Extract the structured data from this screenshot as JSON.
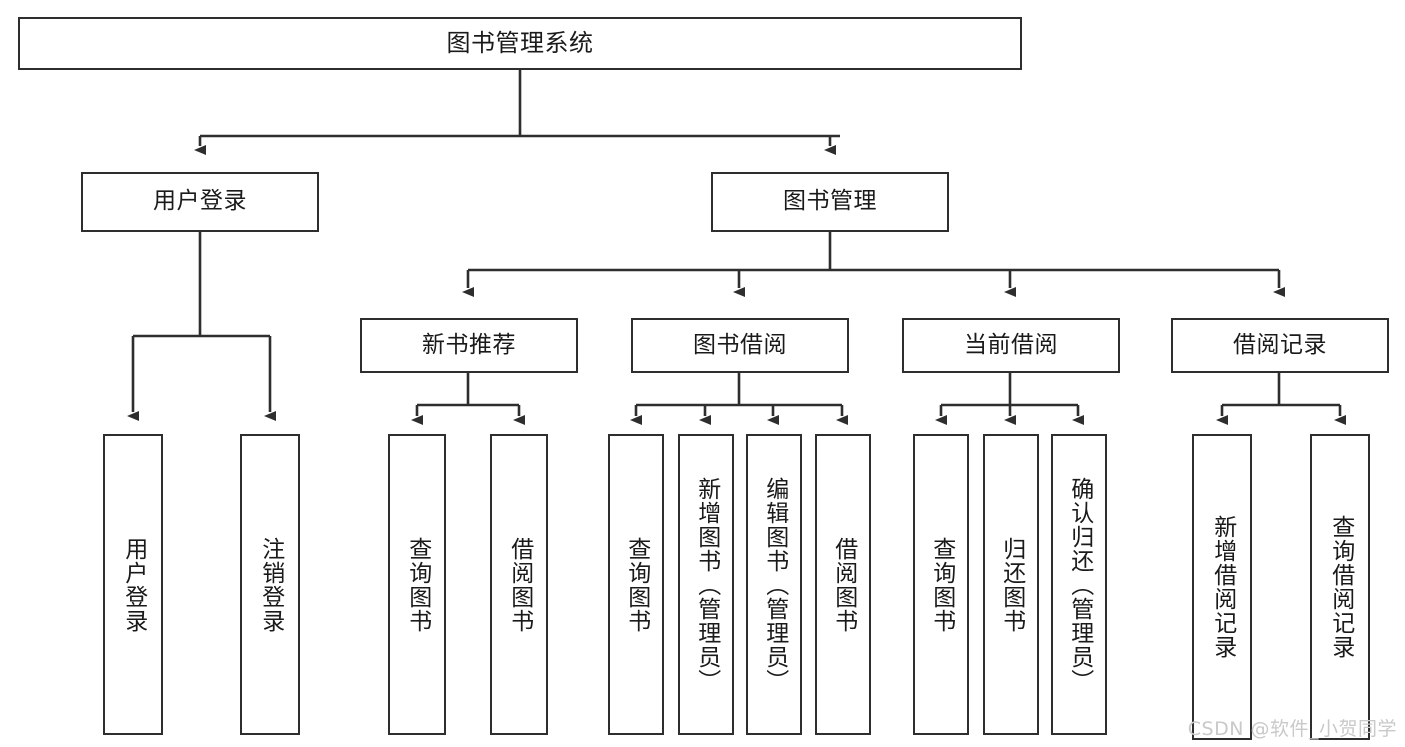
{
  "diagram": {
    "type": "tree",
    "title": "图书管理系统",
    "orientation": "top-down",
    "colors": {
      "background": "#ffffff",
      "box_fill": "#ffffff",
      "box_border": "#2e2e2e",
      "edge": "#2e2e2e",
      "text": "#1a1a1a",
      "watermark": "#c9c9c9"
    },
    "root": {
      "label": "图书管理系统"
    },
    "level1": [
      {
        "label": "用户登录"
      },
      {
        "label": "图书管理"
      }
    ],
    "level2": [
      {
        "label": "新书推荐"
      },
      {
        "label": "图书借阅"
      },
      {
        "label": "当前借阅"
      },
      {
        "label": "借阅记录"
      }
    ],
    "leaves": {
      "user_login": [
        {
          "label": "用户登录"
        },
        {
          "label": "注销登录"
        }
      ],
      "new_book_recommend": [
        {
          "label": "查询图书"
        },
        {
          "label": "借阅图书"
        }
      ],
      "book_borrow": [
        {
          "label": "查询图书"
        },
        {
          "label": "新增图书（管理员）"
        },
        {
          "label": "编辑图书（管理员）"
        },
        {
          "label": "借阅图书"
        }
      ],
      "current_borrow": [
        {
          "label": "查询图书"
        },
        {
          "label": "归还图书"
        },
        {
          "label": "确认归还（管理员）"
        }
      ],
      "borrow_record": [
        {
          "label": "新增借阅记录"
        },
        {
          "label": "查询借阅记录"
        }
      ]
    }
  },
  "watermark": {
    "text": "CSDN @软件_小贺同学"
  }
}
